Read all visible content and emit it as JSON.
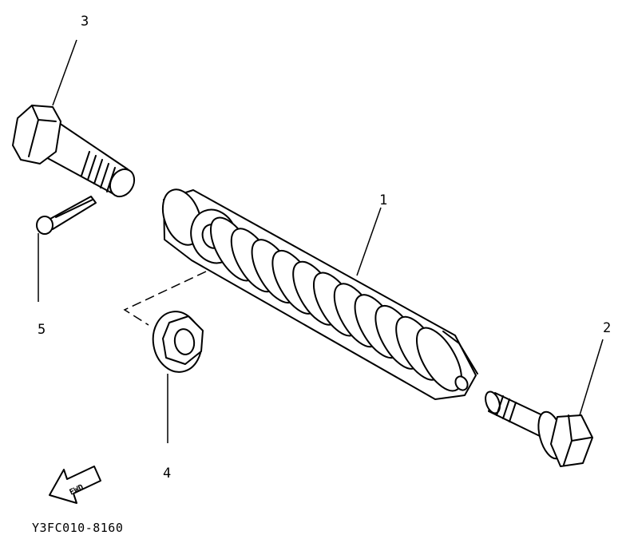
{
  "callouts": [
    {
      "id": "1",
      "text": "1"
    },
    {
      "id": "2",
      "text": "2"
    },
    {
      "id": "3",
      "text": "3"
    },
    {
      "id": "4",
      "text": "4"
    },
    {
      "id": "5",
      "text": "5"
    }
  ],
  "fwd_badge": "FWD",
  "drawing_code": "Y3FC010-8160"
}
